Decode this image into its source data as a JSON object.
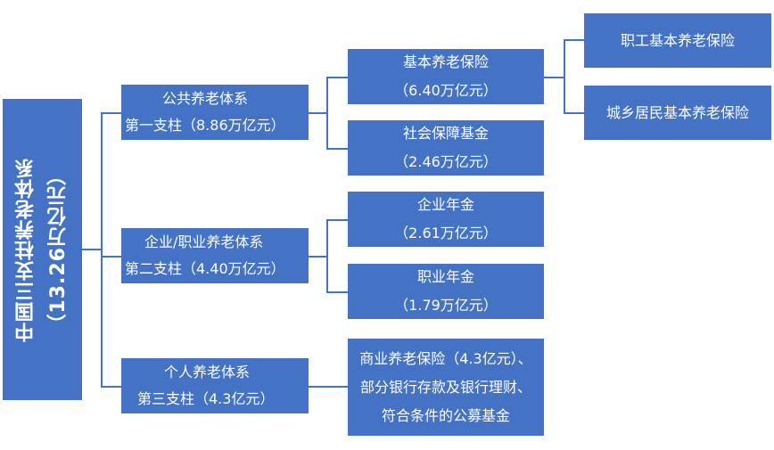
{
  "root": {
    "line1": "中国三支柱养老体系",
    "line2": "（13.26万亿元）"
  },
  "pillars": [
    {
      "line1": "公共养老体系",
      "line2": "第一支柱（8.86万亿元）"
    },
    {
      "line1": "企业/职业养老体系",
      "line2": "第二支柱（4.40万亿元）"
    },
    {
      "line1": "个人养老体系",
      "line2": "第三支柱（4.3亿元）"
    }
  ],
  "items": [
    {
      "line1": "基本养老保险",
      "line2": "（6.40万亿元）"
    },
    {
      "line1": "社会保障基金",
      "line2": "（2.46万亿元）"
    },
    {
      "line1": "企业年金",
      "line2": "（2.61万亿元）"
    },
    {
      "line1": "职业年金",
      "line2": "（1.79万亿元）"
    },
    {
      "line1": "商业养老保险（4.3亿元）、",
      "line2": "部分银行存款及银行理财、",
      "line3": "符合条件的公募基金"
    }
  ],
  "subitems": [
    {
      "label": "职工基本养老保险"
    },
    {
      "label": "城乡居民基本养老保险"
    }
  ]
}
